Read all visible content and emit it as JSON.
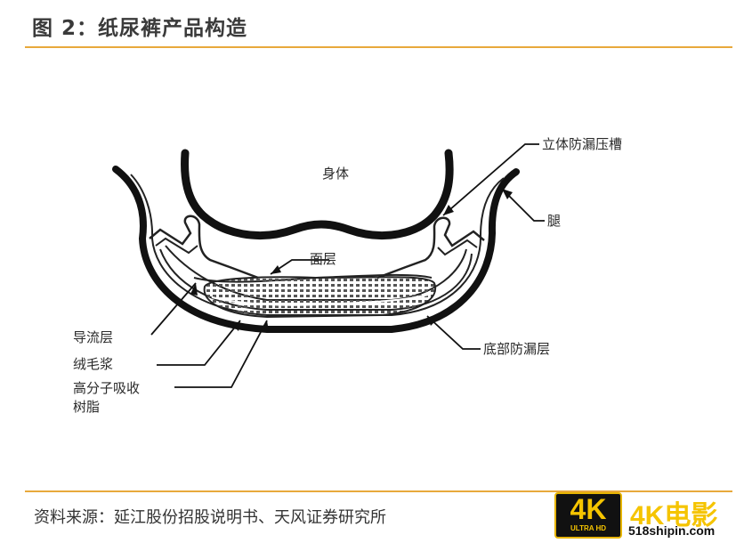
{
  "header": {
    "title": "图 2：纸尿裤产品构造"
  },
  "diagram": {
    "labels": {
      "body": "身体",
      "leak_groove": "立体防漏压槽",
      "leg": "腿",
      "surface_layer": "面层",
      "acquisition_layer": "导流层",
      "fluff_pulp": "绒毛浆",
      "sap_line1": "高分子吸收",
      "sap_line2": "树脂",
      "bottom_layer": "底部防漏层"
    }
  },
  "footer": {
    "source": "资料来源：延江股份招股说明书、天风证券研究所"
  },
  "watermark": {
    "badge_big": "4K",
    "badge_small": "ULTRA HD",
    "brand": "4K电影",
    "url": "518shipin.com"
  },
  "colors": {
    "accent_rule": "#e8a93c",
    "watermark": "#f5c400"
  }
}
